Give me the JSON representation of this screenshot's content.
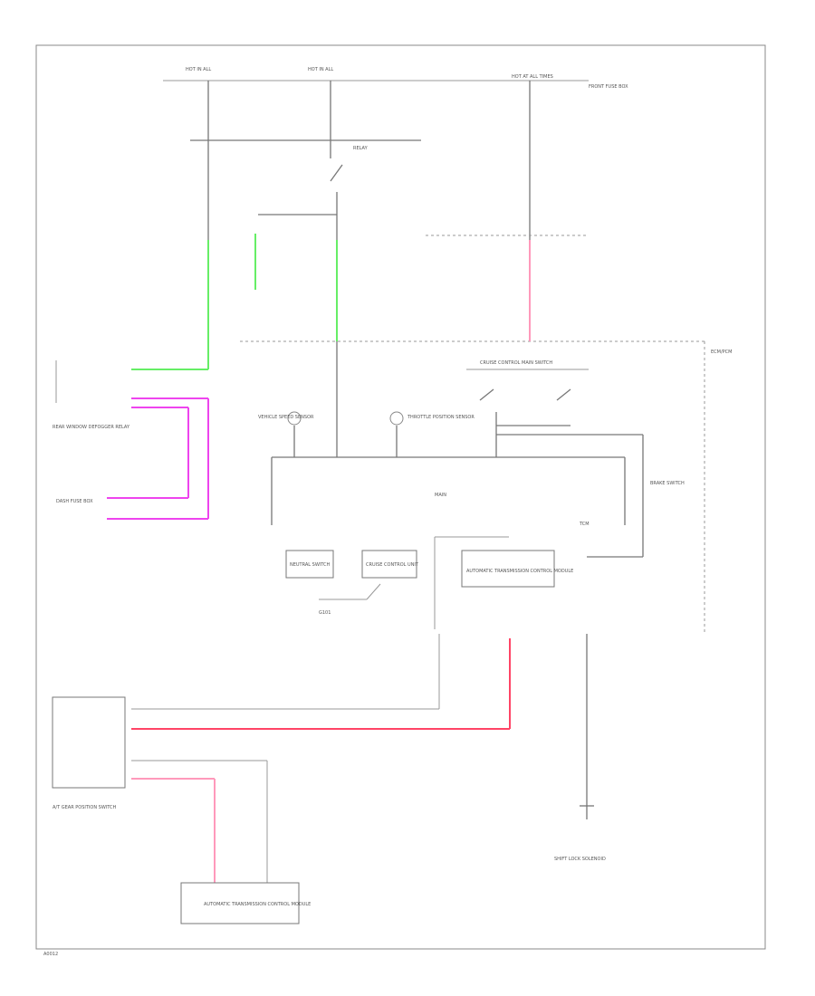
{
  "diagram": {
    "labels": {
      "hot1": "HOT IN ALL",
      "hot2": "HOT IN ALL",
      "hot3": "HOT AT ALL TIMES",
      "fuse_box_right": "FRONT FUSE BOX",
      "relay": "RELAY",
      "ecm_pcm": "ECM/PCM",
      "rear_window": "REAR WINDOW DEFOGGER RELAY",
      "cruise_control": "CRUISE CONTROL MAIN SWITCH",
      "cc_unit": "CRUISE CONTROL UNIT",
      "dash_fuse": "DASH FUSE BOX",
      "neutral_sw": "NEUTRAL SWITCH",
      "brake_sw": "BRAKE SWITCH",
      "speed_sensor": "VEHICLE SPEED SENSOR",
      "throttle": "THROTTLE POSITION SENSOR",
      "main": "MAIN",
      "tcm": "TCM",
      "ground": "G101",
      "auto_trans": "AUTOMATIC TRANSMISSION CONTROL MODULE",
      "shift_lock": "SHIFT LOCK SOLENOID",
      "a_t_gear": "A/T GEAR POSITION SWITCH",
      "footer": "A0012"
    },
    "wire_colors": {
      "green": "#66ee66",
      "pink": "#ee44ee",
      "red": "#ff4466",
      "light_pink": "#ff99bb",
      "line": "#777777"
    }
  }
}
